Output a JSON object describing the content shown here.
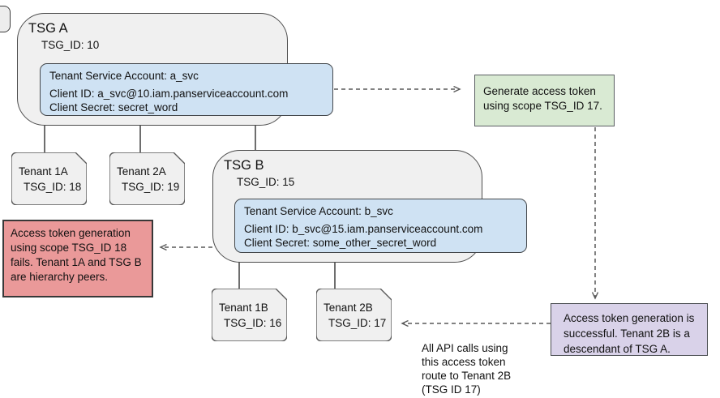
{
  "tsg_a": {
    "title": "TSG A",
    "tsg_id": "TSG_ID: 10",
    "service_account": {
      "title": "Tenant Service Account: a_svc",
      "client_id": "Client ID: a_svc@10.iam.panserviceaccount.com",
      "client_secret": "Client Secret: secret_word"
    }
  },
  "tsg_b": {
    "title": "TSG B",
    "tsg_id": "TSG_ID: 15",
    "service_account": {
      "title": "Tenant Service Account: b_svc",
      "client_id": "Client ID: b_svc@15.iam.panserviceaccount.com",
      "client_secret": "Client Secret: some_other_secret_word"
    }
  },
  "tenants": {
    "t1a": {
      "name": "Tenant 1A",
      "tsg_id": "TSG_ID: 18"
    },
    "t2a": {
      "name": "Tenant 2A",
      "tsg_id": "TSG_ID: 19"
    },
    "t1b": {
      "name": "Tenant 1B",
      "tsg_id": "TSG_ID: 16"
    },
    "t2b": {
      "name": "Tenant 2B",
      "tsg_id": "TSG_ID: 17"
    }
  },
  "notes": {
    "generate": "Generate access token\nusing scope TSG_ID 17.",
    "fail": "Access token generation\nusing scope TSG_ID 18\nfails. Tenant 1A and TSG B\nare hierarchy peers.",
    "success": "Access token generation is\nsuccessful. Tenant 2B is a\ndescendant of TSG A.",
    "routing": "All API calls using\nthis access token\nroute to Tenant 2B\n(TSG ID 17)"
  },
  "colors": {
    "container_gray": "#f0f0f0",
    "account_blue": "#cfe2f3",
    "note_green": "#d9ead3",
    "note_red": "#ea9999",
    "note_purple": "#d9d2e9",
    "line_dark": "#3d3d3d",
    "dash_gray": "#595959"
  }
}
